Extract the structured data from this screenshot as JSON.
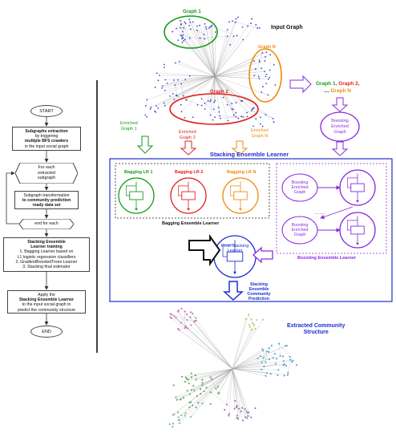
{
  "flowchart": {
    "start": "START",
    "step1_title": "Subgraphs extraction",
    "step1_line2": "by triggering",
    "step1_line3": "multiple BFS crawlers",
    "step1_line4": "in the input social graph",
    "loop_line1": "For each",
    "loop_line2": "extracted",
    "loop_line3": "subgraph",
    "step2_line1": "Subgraph transformation",
    "step2_line2": "to community prediction",
    "step2_line3": "ready data set",
    "end_for": "end for each",
    "step3_title1": "Stacking Ensemble",
    "step3_title2": "Learner training",
    "step3_item1": "1. Bagging Learner based on",
    "step3_item1b": "L1 logistic regression classifiers",
    "step3_item2": "2. GradientBoostedTrees Learner",
    "step3_item3": "3. Stacking final estimator",
    "step4_line1": "Apply the",
    "step4_line2": "Stacking Ensemble Learner",
    "step4_line3": "to the input social graph to",
    "step4_line4": "predict the community structure",
    "end": "END"
  },
  "graph_labels": {
    "input_graph": "Input Graph",
    "graph1": "Graph 1",
    "graph2": "Graph 2",
    "graphN": "Graph N",
    "list_graph1": "Graph 1,",
    "list_graph2": "Graph 2,",
    "list_dots": "…",
    "list_graphN": "Graph N",
    "enriched1_a": "Enriched",
    "enriched1_b": "Graph 1",
    "enriched2_a": "Enriched",
    "enriched2_b": "Graph 2",
    "enrichedN_a": "Enriched",
    "enrichedN_b": "Graph N",
    "boosting_enriched_a": "Boosting",
    "boosting_enriched_b": "Enriched",
    "boosting_enriched_c": "Graph"
  },
  "stacking": {
    "title": "Stacking Ensemble Learner",
    "bagging_lr1": "Bagging LR 1",
    "bagging_lr2": "Bagging LR 2",
    "bagging_lrN": "Bagging LR N",
    "bagging_learner": "Bagging Ensemble Learner",
    "boosting_learner": "Boosting Ensemble Learner",
    "boost1_a": "Boosting",
    "boost1_b": "Enriched",
    "boost1_c": "Graph",
    "boost2_a": "Boosting",
    "boost2_b": "Enriched",
    "boost2_c": "Graph",
    "dots": "……",
    "final_a": "Final Stacking",
    "final_b": "Learner",
    "prediction_a": "Stacking",
    "prediction_b": "Ensemble",
    "prediction_c": "Community",
    "prediction_d": "Prediction",
    "extracted_a": "Extracted Community",
    "extracted_b": "Structure"
  },
  "colors": {
    "green": "#1a9a1a",
    "red": "#e02020",
    "orange": "#f08a10",
    "purple": "#8a2be2",
    "blue": "#1d2fd0",
    "dark_orange": "#e07a00"
  }
}
